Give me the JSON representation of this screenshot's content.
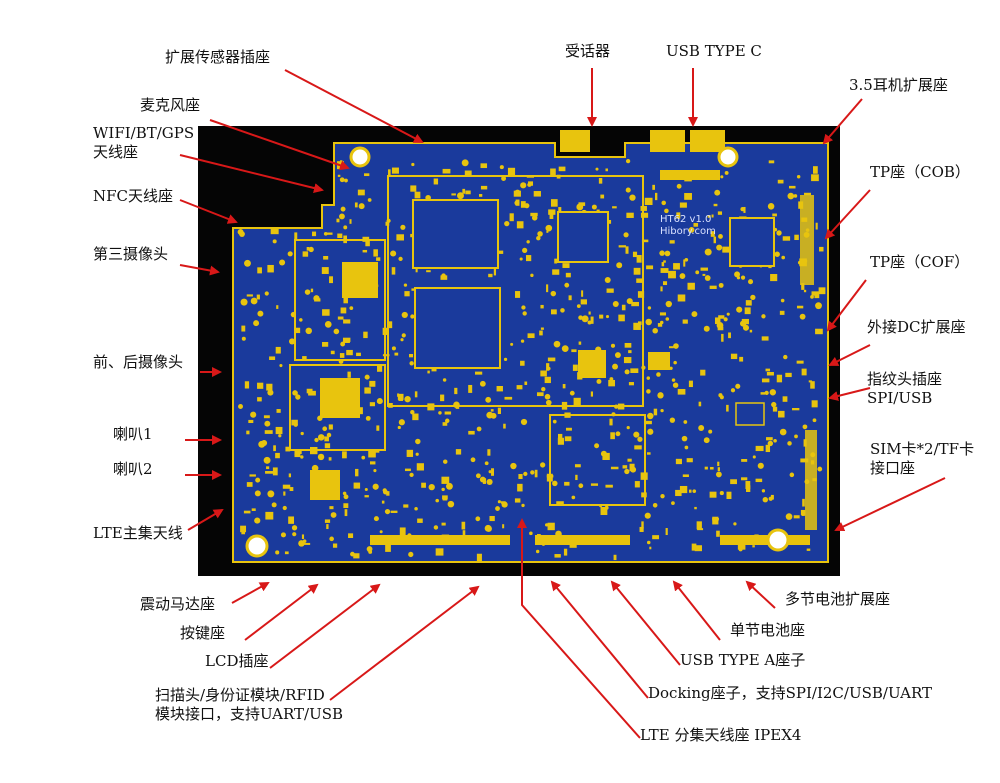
{
  "labels": {
    "expand_sensor": "扩展传感器插座",
    "receiver": "受话器",
    "usb_type_c": "USB TYPE C",
    "earphone": "3.5耳机扩展座",
    "microphone": "麦克风座",
    "wifi_line1": "WIFI/BT/GPS",
    "wifi_line2": "天线座",
    "nfc": "NFC天线座",
    "third_camera": "第三摄像头",
    "front_rear_camera": "前、后摄像头",
    "speaker1": "喇叭1",
    "speaker2": "喇叭2",
    "lte_main": "LTE主集天线",
    "tp_cob": "TP座（COB）",
    "tp_cof": "TP座（COF）",
    "dc_expand": "外接DC扩展座",
    "fingerprint_line1": "指纹头插座",
    "fingerprint_line2": "SPI/USB",
    "sim_line1": "SIM卡*2/TF卡",
    "sim_line2": "接口座",
    "vibration_motor": "震动马达座",
    "key_socket": "按键座",
    "lcd_socket": "LCD插座",
    "scanner_line1": "扫描头/身份证模块/RFID",
    "scanner_line2": "模块接口，支持UART/USB",
    "multi_battery": "多节电池扩展座",
    "single_battery": "单节电池座",
    "usb_type_a": "USB TYPE A座子",
    "docking": "Docking座子，支持SPI/I2C/USB/UART",
    "lte_diversity": "LTE 分集天线座 IPEX4"
  },
  "board": {
    "model": "HT62 v1.0",
    "url": "Hibory.com"
  },
  "colors": {
    "board_black": "#050505",
    "pcb_blue": "#1a3a9c",
    "copper_gold": "#e8c40e",
    "arrow_red": "#d81818"
  }
}
